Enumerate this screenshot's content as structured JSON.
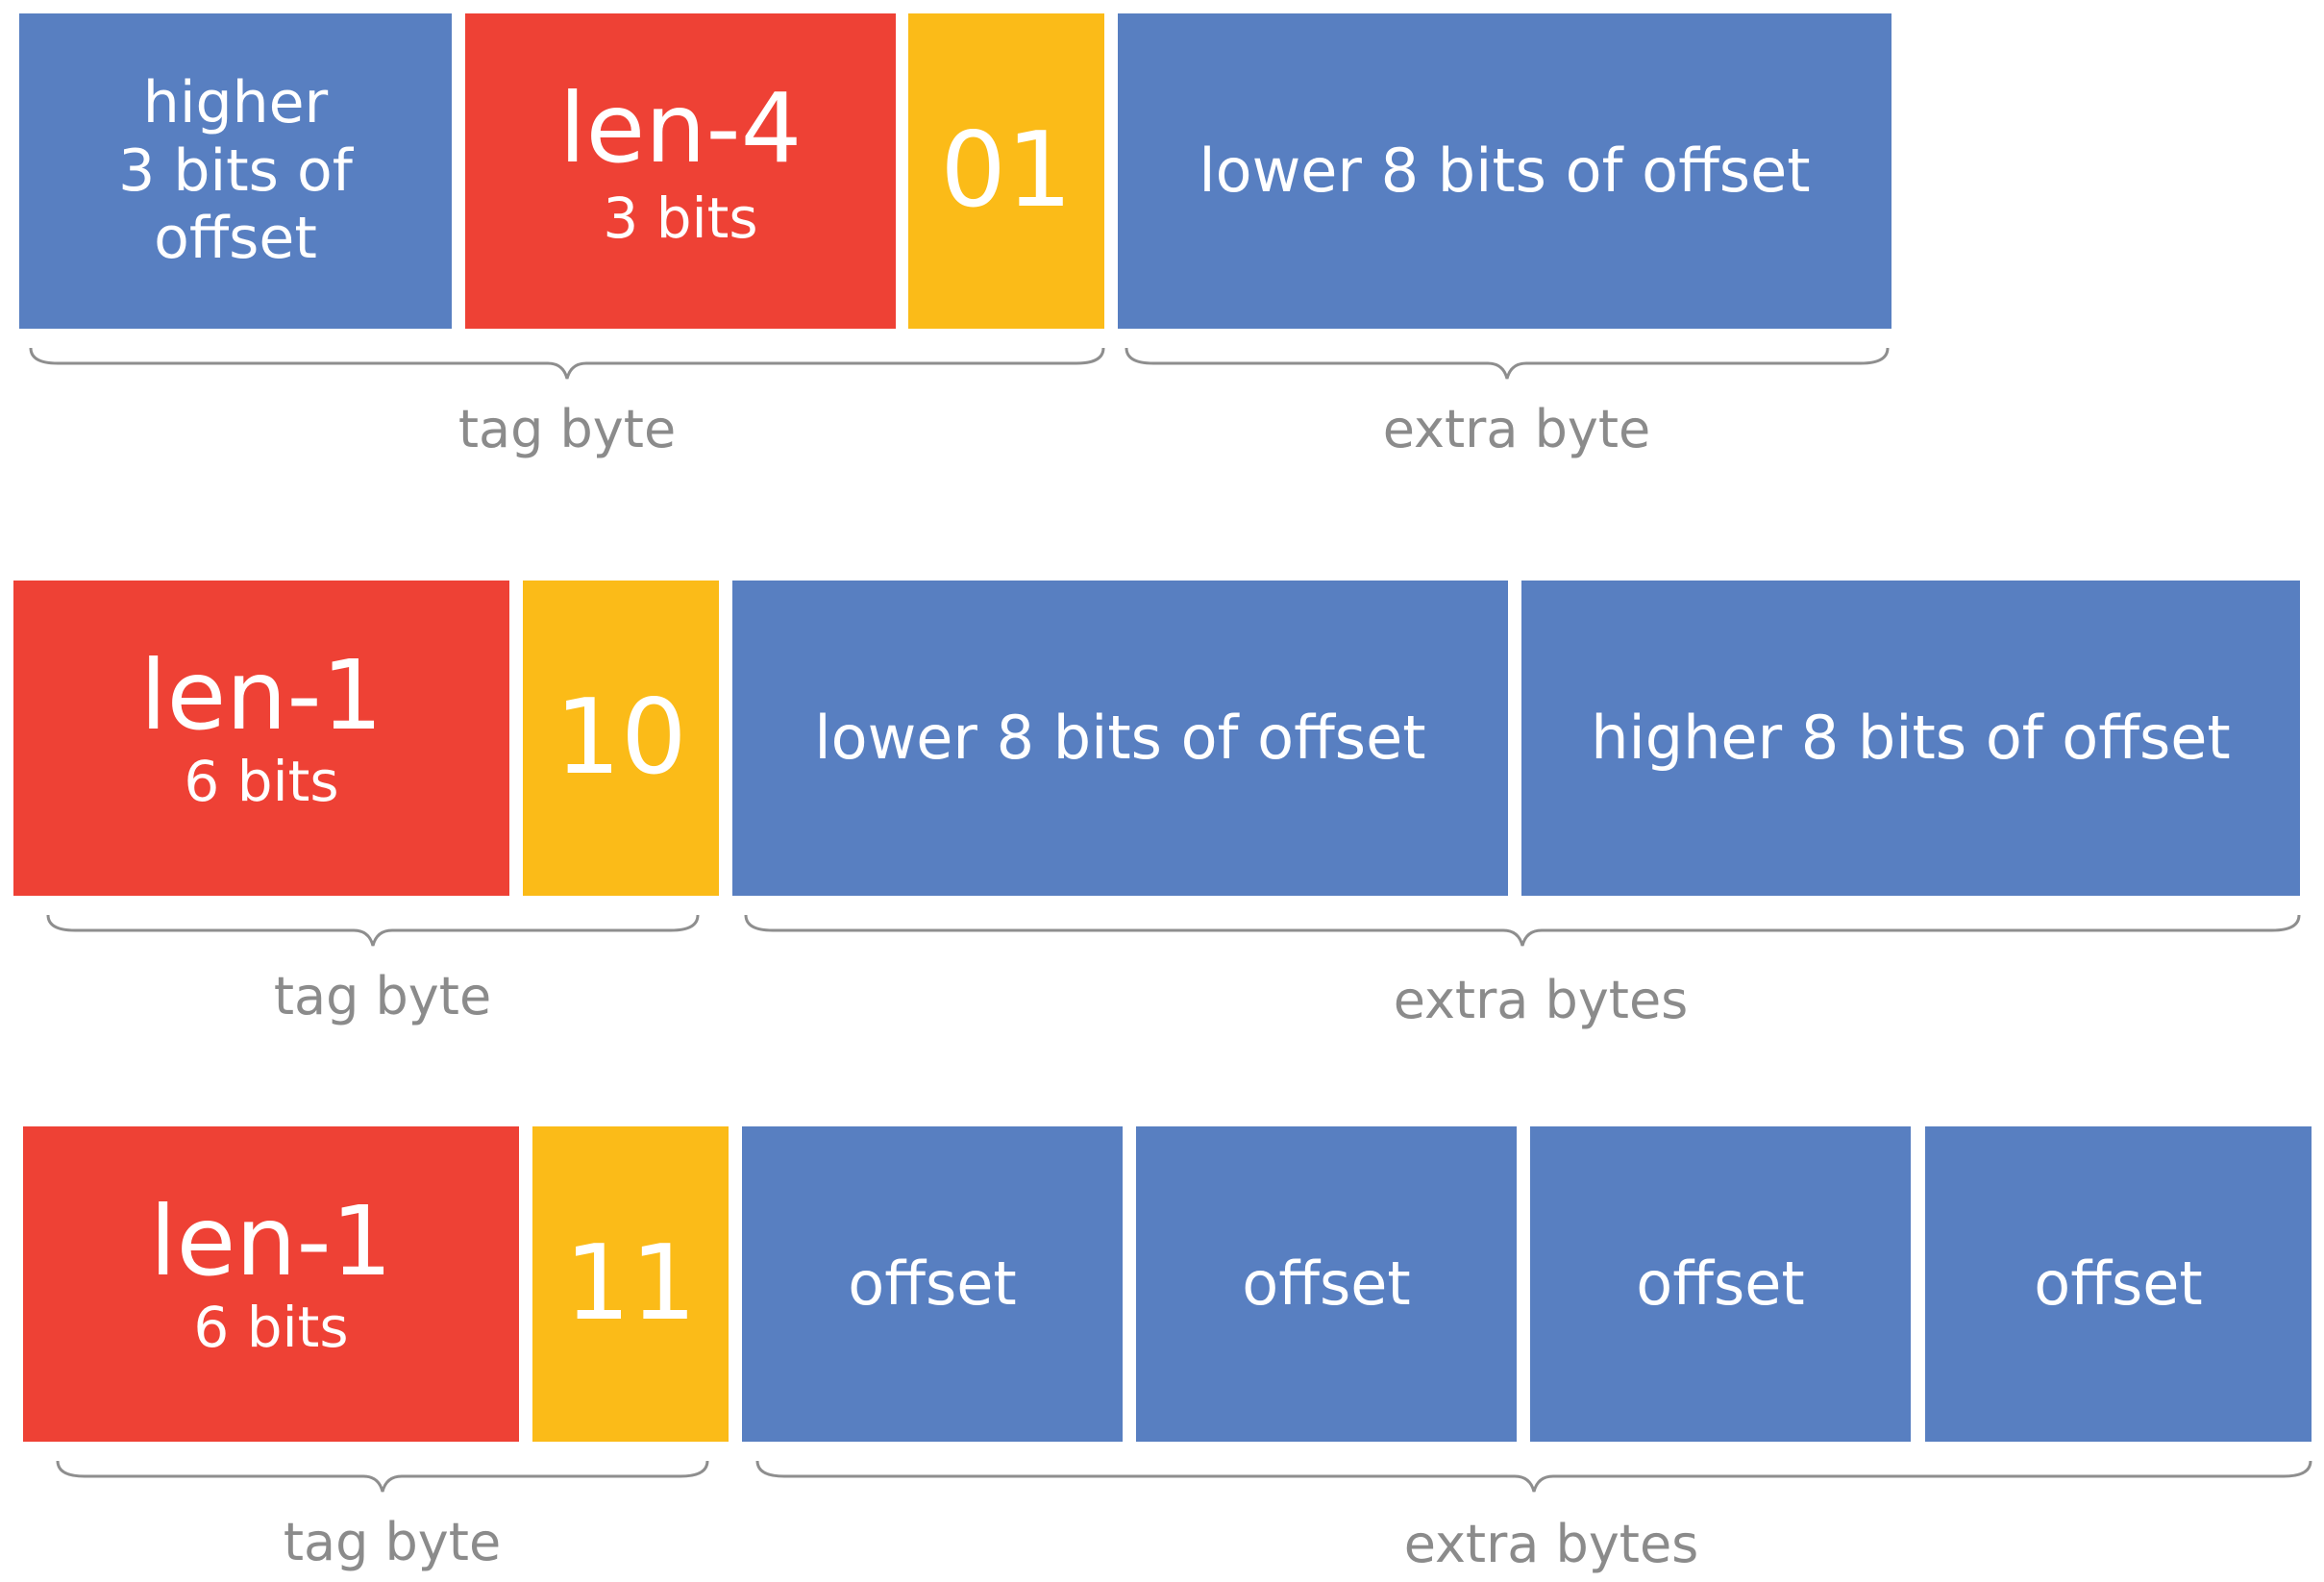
{
  "row1": {
    "box_higher_offset": {
      "lines": [
        "higher",
        "3 bits of",
        "offset"
      ]
    },
    "box_len": {
      "title": "len-4",
      "sub": "3 bits"
    },
    "box_tag": {
      "text": "01"
    },
    "box_lower_offset": {
      "text": "lower 8 bits of offset"
    },
    "label_tag": "tag byte",
    "label_extra": "extra byte"
  },
  "row2": {
    "box_len": {
      "title": "len-1",
      "sub": "6 bits"
    },
    "box_tag": {
      "text": "10"
    },
    "box_lower_offset": {
      "text": "lower 8 bits of offset"
    },
    "box_higher_offset": {
      "text": "higher 8 bits of offset"
    },
    "label_tag": "tag byte",
    "label_extra": "extra bytes"
  },
  "row3": {
    "box_len": {
      "title": "len-1",
      "sub": "6 bits"
    },
    "box_tag": {
      "text": "11"
    },
    "offsets": [
      "offset",
      "offset",
      "offset",
      "offset"
    ],
    "label_tag": "tag byte",
    "label_extra": "extra bytes"
  },
  "colors": {
    "blue": "#587fc1",
    "red": "#ee4135",
    "yellow": "#fbbb18",
    "label_gray": "#8b8b8b"
  }
}
